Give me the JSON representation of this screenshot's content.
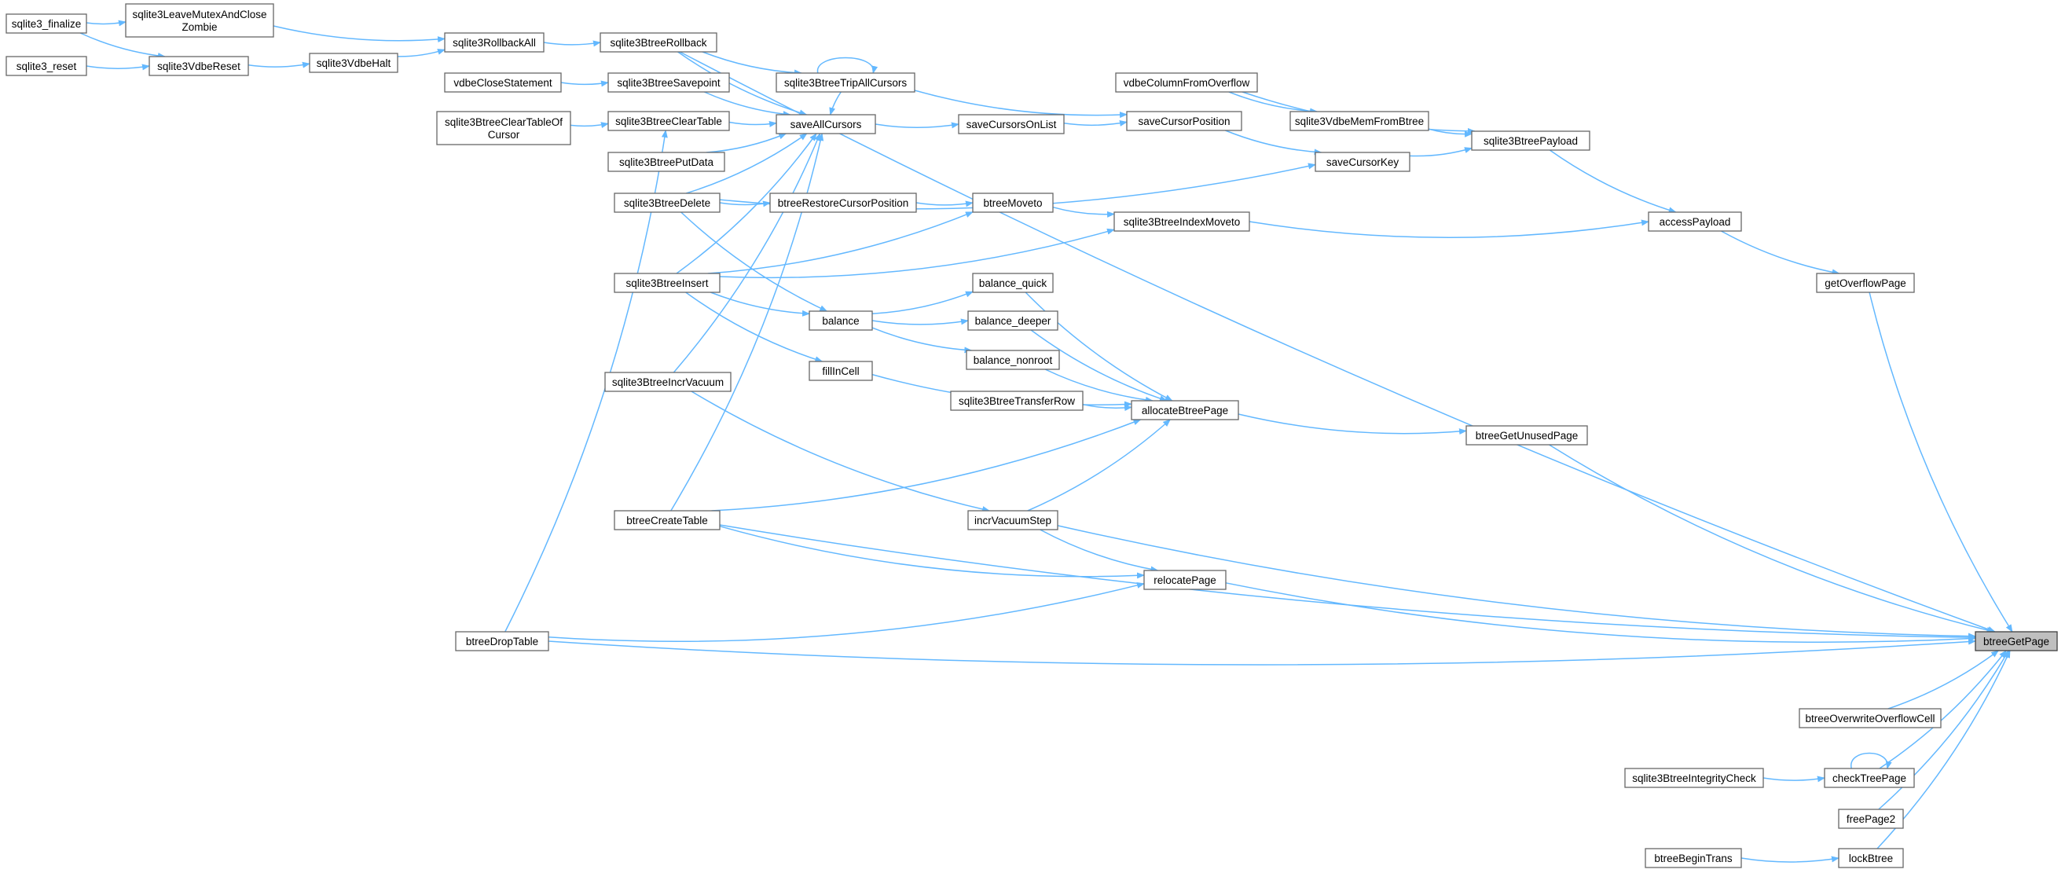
{
  "accent_color": "#63b8ff",
  "nodes": {
    "sqlite3_finalize": {
      "label": "sqlite3_finalize"
    },
    "sqlite3LeaveMutexAndCloseZombie": {
      "label": [
        "sqlite3LeaveMutexAndClose",
        "Zombie"
      ]
    },
    "sqlite3_reset": {
      "label": "sqlite3_reset"
    },
    "sqlite3VdbeReset": {
      "label": "sqlite3VdbeReset"
    },
    "sqlite3VdbeHalt": {
      "label": "sqlite3VdbeHalt"
    },
    "sqlite3RollbackAll": {
      "label": "sqlite3RollbackAll"
    },
    "sqlite3BtreeRollback": {
      "label": "sqlite3BtreeRollback"
    },
    "vdbeCloseStatement": {
      "label": "vdbeCloseStatement"
    },
    "sqlite3BtreeSavepoint": {
      "label": "sqlite3BtreeSavepoint"
    },
    "sqlite3BtreeTripAllCursors": {
      "label": "sqlite3BtreeTripAllCursors"
    },
    "sqlite3BtreeClearTableOfCursor": {
      "label": [
        "sqlite3BtreeClearTableOf",
        "Cursor"
      ]
    },
    "sqlite3BtreeClearTable": {
      "label": "sqlite3BtreeClearTable"
    },
    "saveAllCursors": {
      "label": "saveAllCursors"
    },
    "saveCursorsOnList": {
      "label": "saveCursorsOnList"
    },
    "saveCursorPosition": {
      "label": "saveCursorPosition"
    },
    "vdbeColumnFromOverflow": {
      "label": "vdbeColumnFromOverflow"
    },
    "sqlite3VdbeMemFromBtree": {
      "label": "sqlite3VdbeMemFromBtree"
    },
    "sqlite3BtreePayload": {
      "label": "sqlite3BtreePayload"
    },
    "sqlite3BtreePutData": {
      "label": "sqlite3BtreePutData"
    },
    "saveCursorKey": {
      "label": "saveCursorKey"
    },
    "sqlite3BtreeDelete": {
      "label": "sqlite3BtreeDelete"
    },
    "btreeRestoreCursorPosition": {
      "label": "btreeRestoreCursorPosition"
    },
    "btreeMoveto": {
      "label": "btreeMoveto"
    },
    "sqlite3BtreeIndexMoveto": {
      "label": "sqlite3BtreeIndexMoveto"
    },
    "accessPayload": {
      "label": "accessPayload"
    },
    "getOverflowPage": {
      "label": "getOverflowPage"
    },
    "sqlite3BtreeInsert": {
      "label": "sqlite3BtreeInsert"
    },
    "balance_quick": {
      "label": "balance_quick"
    },
    "balance": {
      "label": "balance"
    },
    "balance_deeper": {
      "label": "balance_deeper"
    },
    "balance_nonroot": {
      "label": "balance_nonroot"
    },
    "sqlite3BtreeIncrVacuum": {
      "label": "sqlite3BtreeIncrVacuum"
    },
    "fillInCell": {
      "label": "fillInCell"
    },
    "sqlite3BtreeTransferRow": {
      "label": "sqlite3BtreeTransferRow"
    },
    "allocateBtreePage": {
      "label": "allocateBtreePage"
    },
    "btreeGetUnusedPage": {
      "label": "btreeGetUnusedPage"
    },
    "btreeCreateTable": {
      "label": "btreeCreateTable"
    },
    "incrVacuumStep": {
      "label": "incrVacuumStep"
    },
    "relocatePage": {
      "label": "relocatePage"
    },
    "btreeDropTable": {
      "label": "btreeDropTable"
    },
    "btreeGetPage": {
      "label": "btreeGetPage"
    },
    "btreeOverwriteOverflowCell": {
      "label": "btreeOverwriteOverflowCell"
    },
    "sqlite3BtreeIntegrityCheck": {
      "label": "sqlite3BtreeIntegrityCheck"
    },
    "checkTreePage": {
      "label": "checkTreePage"
    },
    "freePage2": {
      "label": "freePage2"
    },
    "btreeBeginTrans": {
      "label": "btreeBeginTrans"
    },
    "lockBtree": {
      "label": "lockBtree"
    }
  },
  "edges": [
    [
      "sqlite3_finalize",
      "sqlite3LeaveMutexAndCloseZombie"
    ],
    [
      "sqlite3_finalize",
      "sqlite3VdbeReset"
    ],
    [
      "sqlite3_reset",
      "sqlite3VdbeReset"
    ],
    [
      "sqlite3VdbeReset",
      "sqlite3VdbeHalt"
    ],
    [
      "sqlite3VdbeHalt",
      "sqlite3RollbackAll"
    ],
    [
      "sqlite3LeaveMutexAndCloseZombie",
      "sqlite3RollbackAll"
    ],
    [
      "sqlite3RollbackAll",
      "sqlite3BtreeRollback"
    ],
    [
      "sqlite3BtreeRollback",
      "btreeGetPage"
    ],
    [
      "sqlite3BtreeRollback",
      "sqlite3BtreeTripAllCursors"
    ],
    [
      "sqlite3BtreeRollback",
      "saveAllCursors"
    ],
    [
      "sqlite3BtreeTripAllCursors",
      "sqlite3BtreeTripAllCursors"
    ],
    [
      "sqlite3BtreeTripAllCursors",
      "saveAllCursors"
    ],
    [
      "sqlite3BtreeTripAllCursors",
      "saveCursorPosition"
    ],
    [
      "vdbeCloseStatement",
      "sqlite3BtreeSavepoint"
    ],
    [
      "sqlite3BtreeSavepoint",
      "saveAllCursors"
    ],
    [
      "sqlite3BtreeClearTableOfCursor",
      "sqlite3BtreeClearTable"
    ],
    [
      "sqlite3BtreeClearTable",
      "saveAllCursors"
    ],
    [
      "saveAllCursors",
      "saveCursorsOnList"
    ],
    [
      "saveCursorsOnList",
      "saveCursorPosition"
    ],
    [
      "saveCursorPosition",
      "saveCursorKey"
    ],
    [
      "vdbeColumnFromOverflow",
      "sqlite3VdbeMemFromBtree"
    ],
    [
      "vdbeColumnFromOverflow",
      "sqlite3BtreePayload"
    ],
    [
      "sqlite3VdbeMemFromBtree",
      "sqlite3BtreePayload"
    ],
    [
      "saveCursorKey",
      "sqlite3BtreePayload"
    ],
    [
      "sqlite3BtreePayload",
      "accessPayload"
    ],
    [
      "sqlite3BtreePutData",
      "saveAllCursors"
    ],
    [
      "sqlite3BtreeDelete",
      "saveAllCursors"
    ],
    [
      "sqlite3BtreeDelete",
      "saveCursorKey"
    ],
    [
      "sqlite3BtreeDelete",
      "btreeRestoreCursorPosition"
    ],
    [
      "sqlite3BtreeDelete",
      "balance"
    ],
    [
      "btreeRestoreCursorPosition",
      "btreeMoveto"
    ],
    [
      "btreeMoveto",
      "sqlite3BtreeIndexMoveto"
    ],
    [
      "sqlite3BtreeIndexMoveto",
      "accessPayload"
    ],
    [
      "accessPayload",
      "getOverflowPage"
    ],
    [
      "getOverflowPage",
      "btreeGetPage"
    ],
    [
      "sqlite3BtreeInsert",
      "saveAllCursors"
    ],
    [
      "sqlite3BtreeInsert",
      "btreeMoveto"
    ],
    [
      "sqlite3BtreeInsert",
      "sqlite3BtreeIndexMoveto"
    ],
    [
      "sqlite3BtreeInsert",
      "balance"
    ],
    [
      "sqlite3BtreeInsert",
      "fillInCell"
    ],
    [
      "balance",
      "balance_quick"
    ],
    [
      "balance",
      "balance_deeper"
    ],
    [
      "balance",
      "balance_nonroot"
    ],
    [
      "balance_quick",
      "allocateBtreePage"
    ],
    [
      "balance_deeper",
      "allocateBtreePage"
    ],
    [
      "balance_nonroot",
      "allocateBtreePage"
    ],
    [
      "fillInCell",
      "allocateBtreePage"
    ],
    [
      "sqlite3BtreeTransferRow",
      "allocateBtreePage"
    ],
    [
      "sqlite3BtreeIncrVacuum",
      "saveAllCursors"
    ],
    [
      "sqlite3BtreeIncrVacuum",
      "incrVacuumStep"
    ],
    [
      "allocateBtreePage",
      "btreeGetUnusedPage"
    ],
    [
      "btreeGetUnusedPage",
      "btreeGetPage"
    ],
    [
      "btreeCreateTable",
      "saveAllCursors"
    ],
    [
      "btreeCreateTable",
      "allocateBtreePage"
    ],
    [
      "btreeCreateTable",
      "relocatePage"
    ],
    [
      "btreeCreateTable",
      "btreeGetPage"
    ],
    [
      "incrVacuumStep",
      "allocateBtreePage"
    ],
    [
      "incrVacuumStep",
      "relocatePage"
    ],
    [
      "incrVacuumStep",
      "btreeGetPage"
    ],
    [
      "relocatePage",
      "btreeGetPage"
    ],
    [
      "btreeDropTable",
      "sqlite3BtreeClearTable"
    ],
    [
      "btreeDropTable",
      "relocatePage"
    ],
    [
      "btreeDropTable",
      "btreeGetPage"
    ],
    [
      "btreeOverwriteOverflowCell",
      "btreeGetPage"
    ],
    [
      "sqlite3BtreeIntegrityCheck",
      "checkTreePage"
    ],
    [
      "checkTreePage",
      "checkTreePage"
    ],
    [
      "checkTreePage",
      "btreeGetPage"
    ],
    [
      "freePage2",
      "btreeGetPage"
    ],
    [
      "btreeBeginTrans",
      "lockBtree"
    ],
    [
      "lockBtree",
      "btreeGetPage"
    ]
  ],
  "focus_node": "btreeGetPage"
}
